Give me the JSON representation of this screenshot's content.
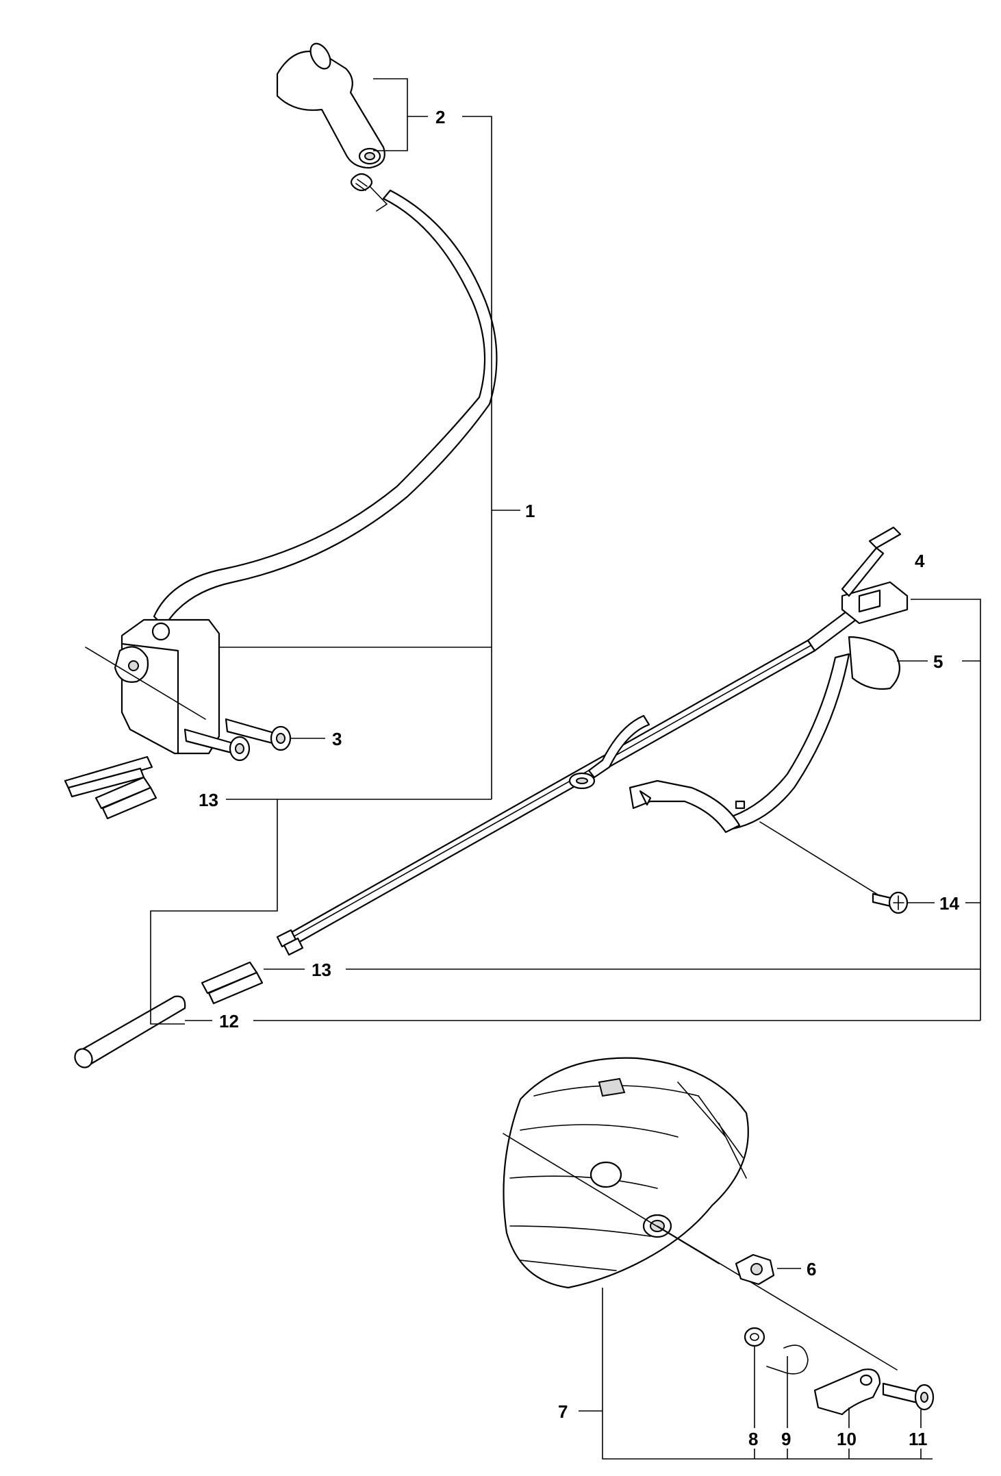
{
  "diagram": {
    "callouts": [
      "1",
      "2",
      "3",
      "4",
      "5",
      "6",
      "7",
      "8",
      "9",
      "10",
      "11",
      "12",
      "13",
      "14"
    ],
    "callout_13_repeat": "13"
  },
  "colors": {
    "ink": "#000000",
    "paper": "#ffffff",
    "shade": "#d9d9d9"
  }
}
